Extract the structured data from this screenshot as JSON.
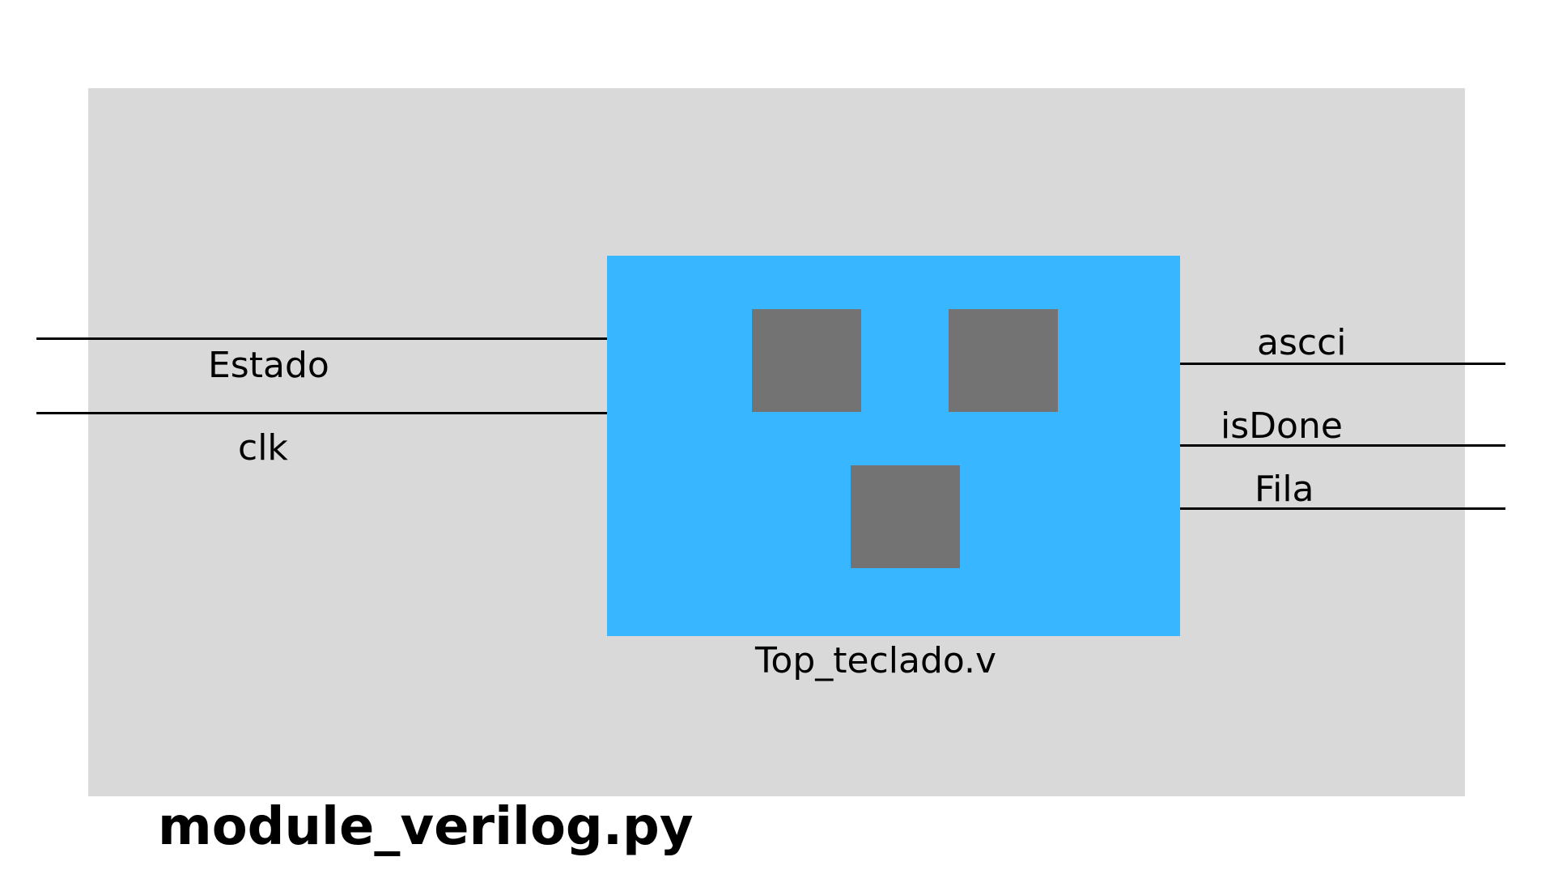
{
  "title": "module_verilog.py",
  "inner_module": {
    "label": "Top_teclado.v",
    "color": "#38b6ff",
    "submodule_color": "#737373"
  },
  "outer_module": {
    "color": "#d9d9d9"
  },
  "inputs": [
    "Estado",
    "clk"
  ],
  "outputs": [
    "ascci",
    "isDone",
    "Fila"
  ]
}
